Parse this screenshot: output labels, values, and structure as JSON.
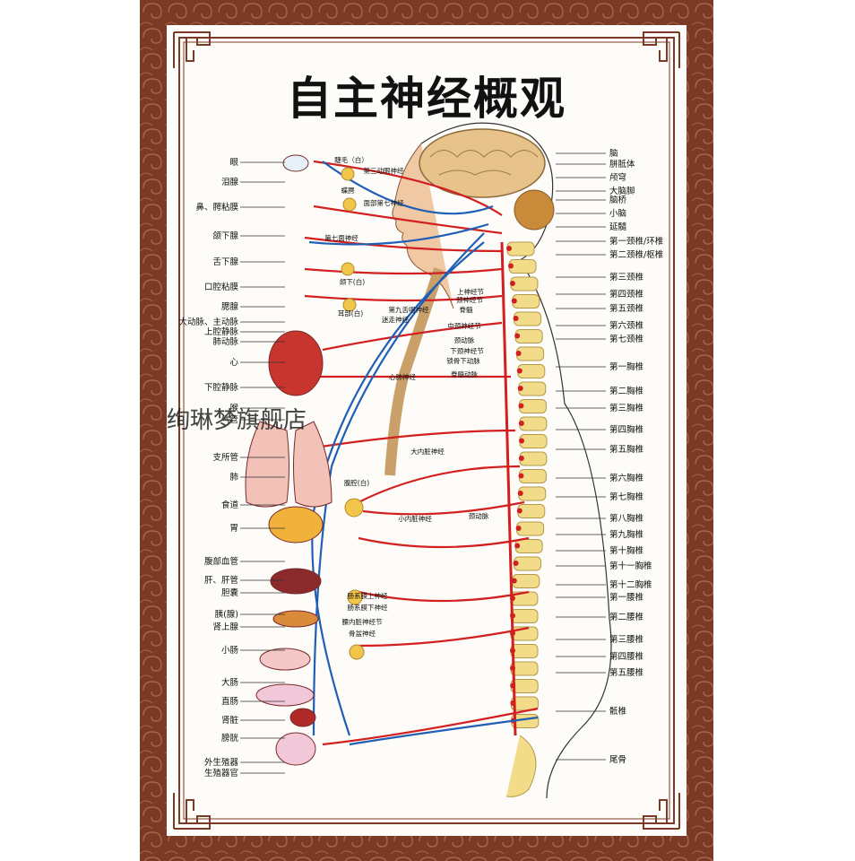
{
  "title": "自主神经概观",
  "watermark": "绚琳梦旗舰店",
  "colors": {
    "frame": "#7a3a26",
    "sympathetic": "#d21f1f",
    "parasympathetic": "#1f5fb5",
    "spine": "#f2dc8a"
  },
  "left_labels": [
    "眼",
    "泪腺",
    "鼻、腭粘膜",
    "颌下腺",
    "舌下腺",
    "口腔粘膜",
    "腮腺",
    "大动脉、主动脉",
    "上腔静脉",
    "肺动脉",
    "心",
    "下腔静脉",
    "喉",
    "气管",
    "支所管",
    "肺",
    "食道",
    "胃",
    "腹部血管",
    "肝、肝管",
    "胆囊",
    "胰(腺)",
    "肾上腺",
    "小肠",
    "大肠",
    "直肠",
    "肾脏",
    "膀胱",
    "外生殖器",
    "生殖器官"
  ],
  "right_labels": [
    "脑",
    "胼胝体",
    "颅穹",
    "大脑脚",
    "脑桥",
    "小脑",
    "延髓",
    "第一颈椎/环椎",
    "第二颈椎/枢椎",
    "第三颈椎",
    "第四颈椎",
    "第五颈椎",
    "第六颈椎",
    "第七颈椎",
    "第一胸椎",
    "第二胸椎",
    "第三胸椎",
    "第四胸椎",
    "第五胸椎",
    "第六胸椎",
    "第七胸椎",
    "第八胸椎",
    "第九胸椎",
    "第十胸椎",
    "第十一胸椎",
    "第十二胸椎",
    "第一腰椎",
    "第二腰椎",
    "第三腰椎",
    "第四腰椎",
    "第五腰椎",
    "骶椎",
    "尾骨"
  ],
  "middle_labels": [
    "睫毛（白）",
    "第三动眼神经",
    "蝶腭",
    "面部第七神经",
    "第七面神经",
    "颌下(白)",
    "第九舌咽神经",
    "耳部(白)",
    "迷走神经",
    "上神经节",
    "颈神经节",
    "脊髓",
    "中颈神经节",
    "颈动脉",
    "下颈神经节",
    "锁骨下动脉",
    "脊髓动脉",
    "心肺神经",
    "大内脏神经",
    "腹腔(白)",
    "小内脏神经",
    "颈动脉",
    "肠系膜上神经",
    "肠系膜下神经",
    "腰内脏神经节",
    "骨盆神经"
  ]
}
